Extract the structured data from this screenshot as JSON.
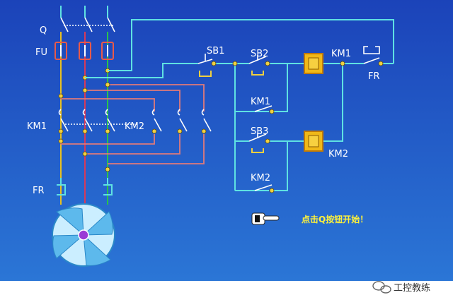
{
  "labels": {
    "q": "Q",
    "fu": "FU",
    "km1_left": "KM1",
    "km2_left": "KM2",
    "fr_left": "FR",
    "sb1": "SB1",
    "sb2": "SB2",
    "km1_coil": "KM1",
    "fr_right": "FR",
    "km1_aux": "KM1",
    "sb3": "SB3",
    "km2_coil": "KM2",
    "km2_aux": "KM2"
  },
  "instruction": "点击Q按钮开始！",
  "watermark": "工控教练",
  "colors": {
    "background_top": "#1b43b9",
    "background_bottom": "#2b76d6",
    "wire_cyan": "#5fe2e2",
    "wire_red": "#d63a5a",
    "wire_yellow": "#e8c020",
    "wire_green": "#2bc24a",
    "wire_pink": "#e07a7a",
    "coil_fill": "#f0b818",
    "caption_yellow": "#fff23a"
  }
}
